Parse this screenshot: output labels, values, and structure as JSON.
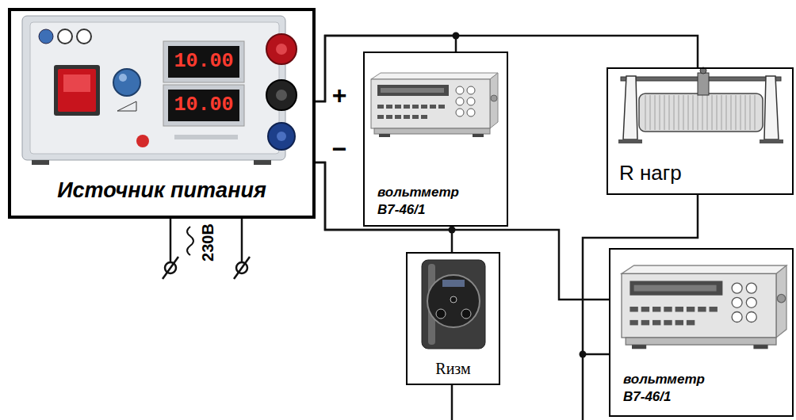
{
  "diagram": {
    "nodes": [
      {
        "text": [
          "Источник питания"
        ]
      },
      {
        "text": [
          "вольтметр В7-46/1"
        ]
      },
      {
        "text": [
          "R нагр"
        ]
      },
      {
        "text": [
          "Rизм"
        ]
      },
      {
        "text": [
          "вольтметр В7-46/1"
        ]
      }
    ],
    "edges": [
      {
        "from": 0,
        "to": 1,
        "arrow": "none"
      },
      {
        "from": 0,
        "to": 2,
        "arrow": "none"
      },
      {
        "from": 0,
        "to": 1,
        "arrow": "none"
      },
      {
        "from": 1,
        "to": 3,
        "arrow": "none"
      },
      {
        "from": 0,
        "to": 4,
        "arrow": "none"
      },
      {
        "from": 2,
        "to": 4,
        "arrow": "none"
      }
    ],
    "labels": [
      "10.00",
      "10.00",
      "+",
      "−",
      "230В"
    ]
  }
}
